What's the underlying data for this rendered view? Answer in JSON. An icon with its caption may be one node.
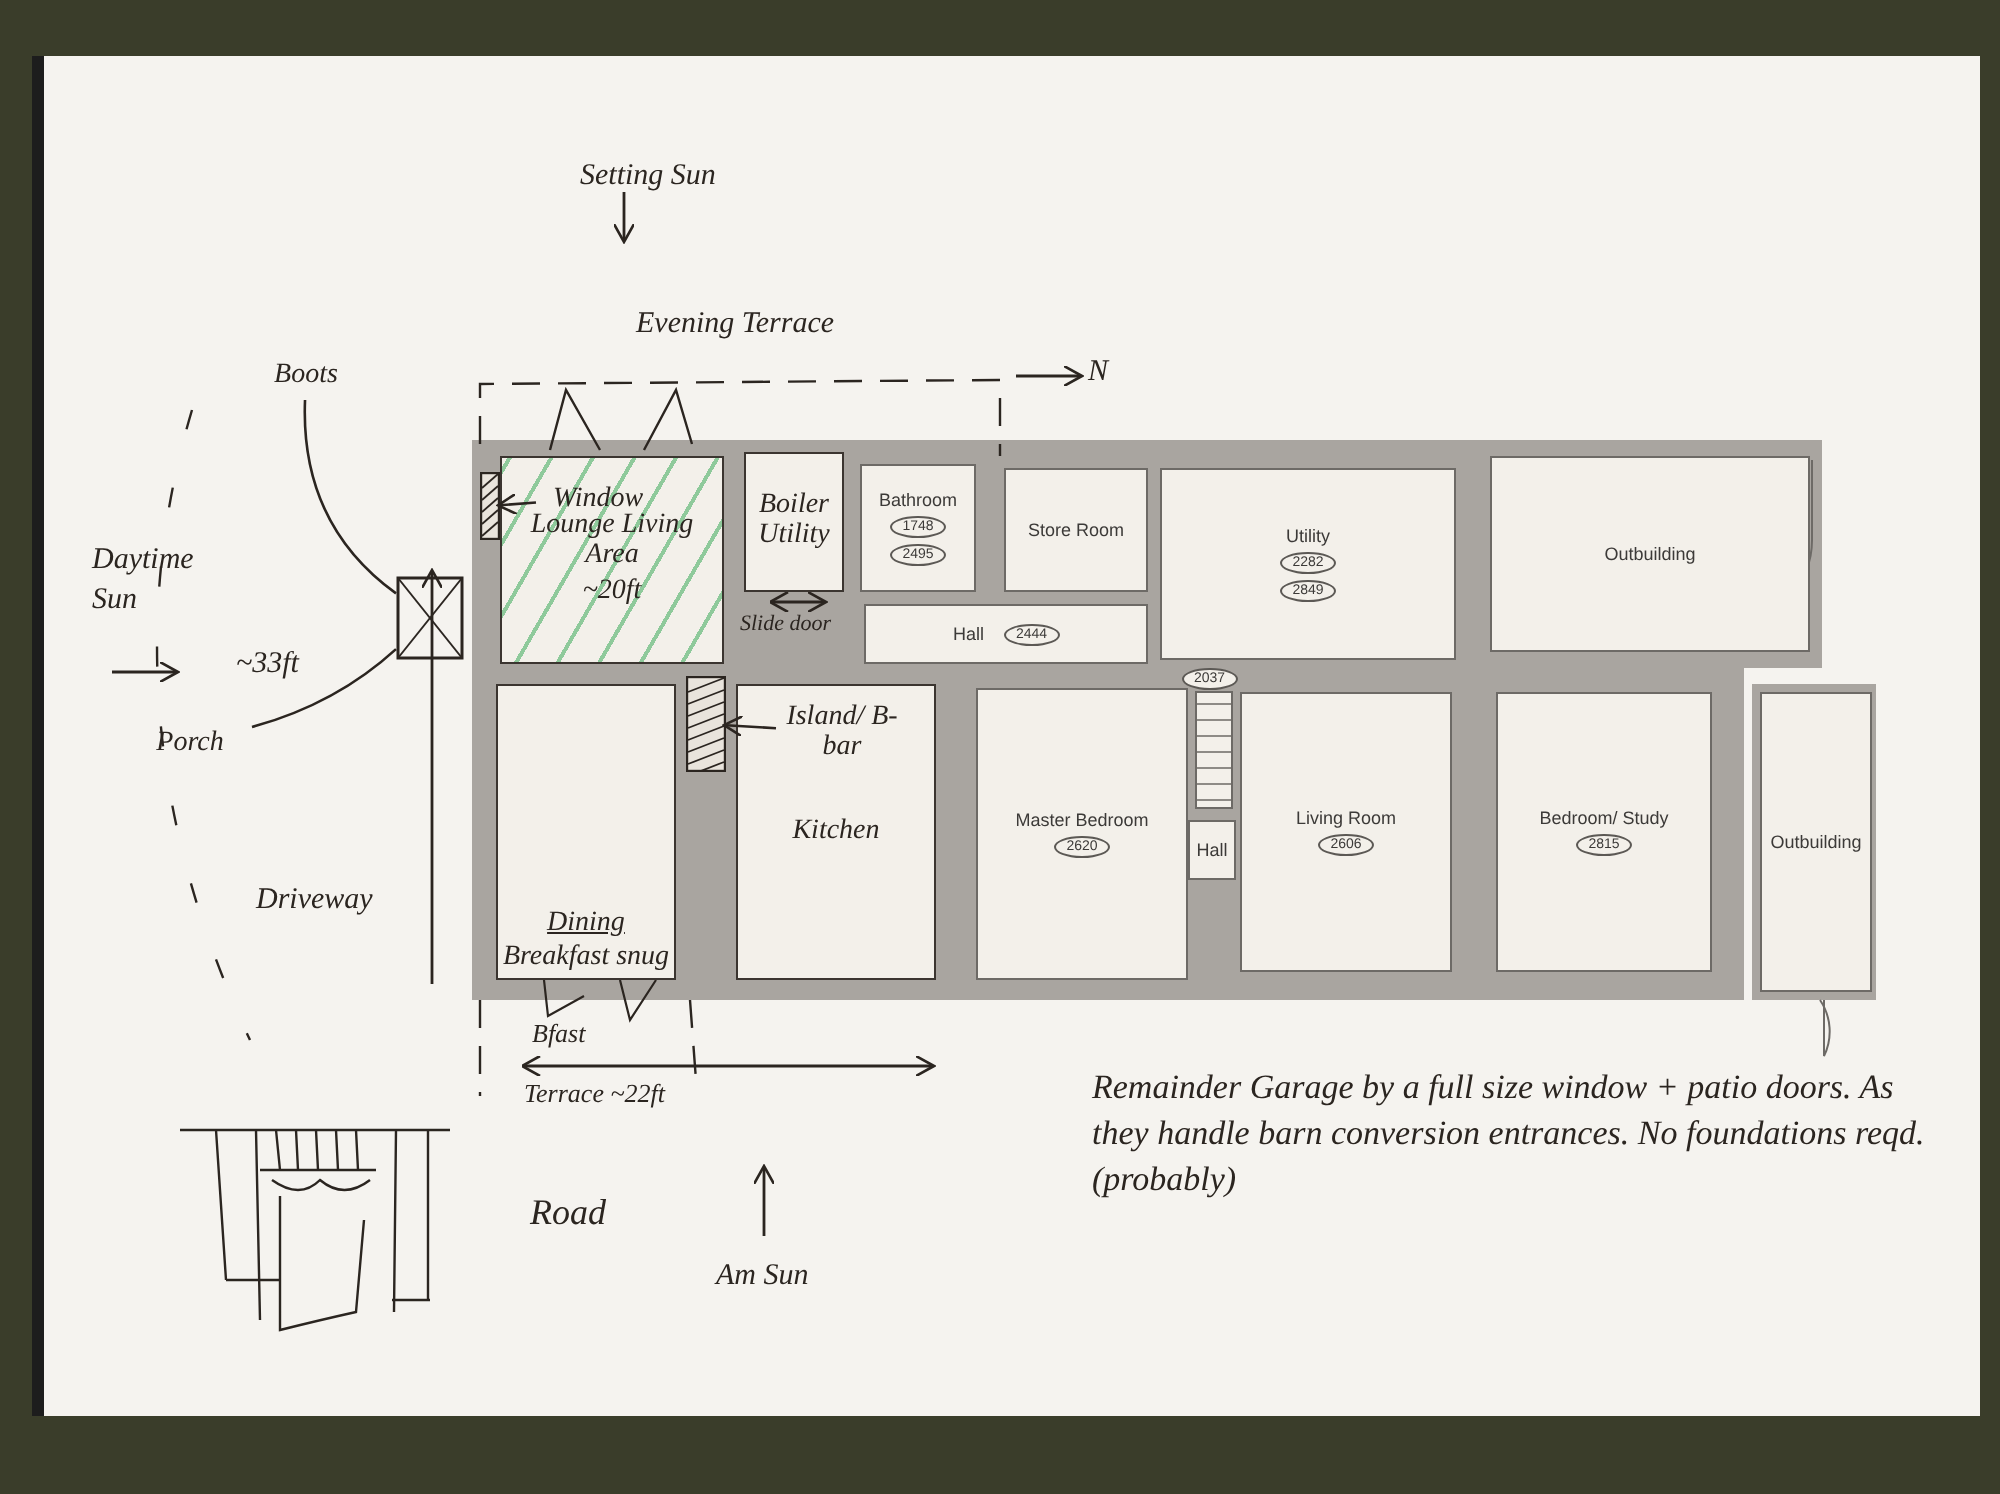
{
  "diagram": {
    "nodes": [
      {
        "text": [
          "Boots"
        ]
      },
      {
        "text": [
          "Lounge Living Area",
          "~20ft"
        ]
      },
      {
        "text": [
          "Window"
        ],
        "in": 1
      },
      {
        "text": [],
        "shape": "bar"
      },
      {
        "text": [
          "Boiler Utility"
        ]
      },
      {
        "text": [
          "Bathroom",
          "1748",
          "2495"
        ]
      },
      {
        "text": [
          "Store Room"
        ]
      },
      {
        "text": [
          "Utility",
          "2282",
          "2849"
        ]
      },
      {
        "text": [
          "Outbuilding"
        ]
      },
      {
        "text": [],
        "shape": "box"
      },
      {
        "text": [
          "Porch"
        ]
      },
      {
        "text": [
          "Hall",
          "2444"
        ]
      },
      {
        "text": [],
        "shape": "bar"
      },
      {
        "text": [
          "Kitchen"
        ]
      },
      {
        "text": [
          "Island/ B-bar"
        ],
        "in": 13
      },
      {
        "text": [
          "Dining",
          "Breakfast snug"
        ]
      },
      {
        "text": [
          "Master Bedroom",
          "2620"
        ]
      },
      {
        "text": [
          "Hall"
        ]
      },
      {
        "text": [
          "Living Room",
          "2606"
        ]
      },
      {
        "text": [
          "Bedroom/ Study",
          "2815"
        ]
      },
      {
        "text": [
          "Outbuilding"
        ]
      }
    ],
    "edges": [
      {
        "from": 0,
        "to": 9,
        "arrow": "none"
      },
      {
        "from": 2,
        "to": 3,
        "arrow": "to"
      },
      {
        "from": 10,
        "to": 9,
        "arrow": "none"
      },
      {
        "from": 14,
        "to": 12,
        "arrow": "to"
      }
    ],
    "labels": [
      "Setting Sun",
      "Evening Terrace",
      "N",
      "Daytime Sun",
      "~33ft",
      "Slide door",
      "2037",
      "Driveway",
      "Bfast",
      "Terrace ~22ft",
      "Road",
      "Am Sun",
      "Remainder Garage by a full size window + patio doors. As they handle barn conversion entrances. No foundations reqd. (probably)"
    ]
  }
}
